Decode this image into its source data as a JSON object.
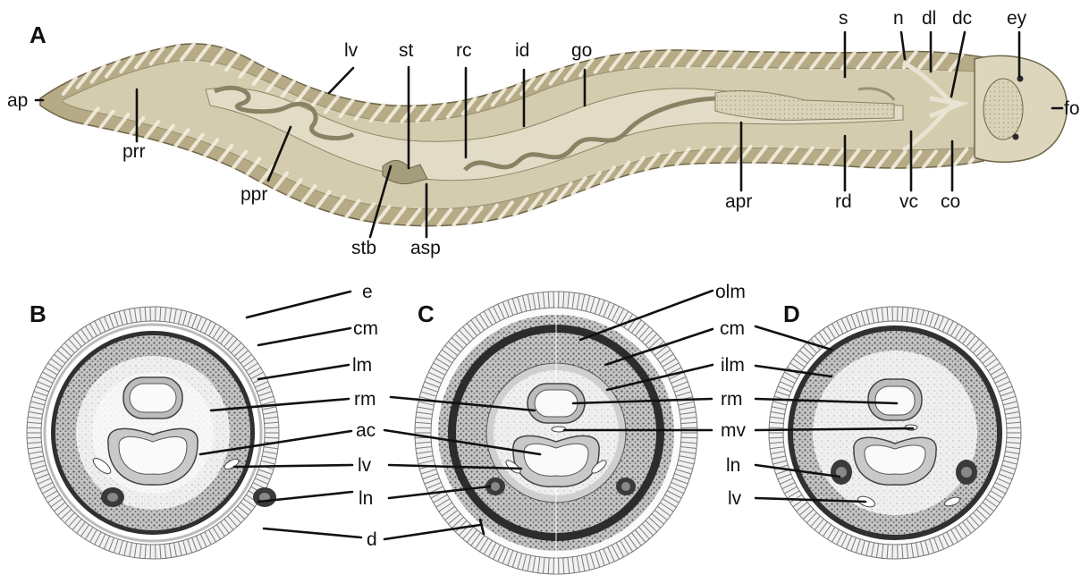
{
  "panels": {
    "a": "A",
    "b": "B",
    "c": "C",
    "d": "D"
  },
  "panel_a_labels": {
    "ap": "ap",
    "prr": "prr",
    "ppr": "ppr",
    "lv": "lv",
    "st": "st",
    "rc": "rc",
    "id": "id",
    "go": "go",
    "stb": "stb",
    "asp": "asp",
    "apr": "apr",
    "s": "s",
    "n": "n",
    "dl": "dl",
    "dc": "dc",
    "ey": "ey",
    "fo": "fo",
    "rd": "rd",
    "vc": "vc",
    "co": "co"
  },
  "cross_section_labels": {
    "e": "e",
    "cm_b": "cm",
    "lm": "lm",
    "rm_b": "rm",
    "ac": "ac",
    "lv_bc": "lv",
    "ln_bc": "ln",
    "d": "d",
    "olm": "olm",
    "cm_d": "cm",
    "ilm": "ilm",
    "rm_d": "rm",
    "mv": "mv",
    "ln_d": "ln",
    "lv_d": "lv"
  },
  "colors": {
    "body_outer": "#b6ab86",
    "body_inner": "#d4ccae",
    "body_edge": "#6f6649",
    "proboscis_sheath": "#e2dcc6",
    "head": "#ddd6bc",
    "section_epidermis": "#f1f1f1",
    "section_muscle_dark": "#333333",
    "section_muscle_stippled": "#a9a9a9",
    "section_parenchyma": "#e9e9e9",
    "section_lumen": "#f8f8f8"
  }
}
